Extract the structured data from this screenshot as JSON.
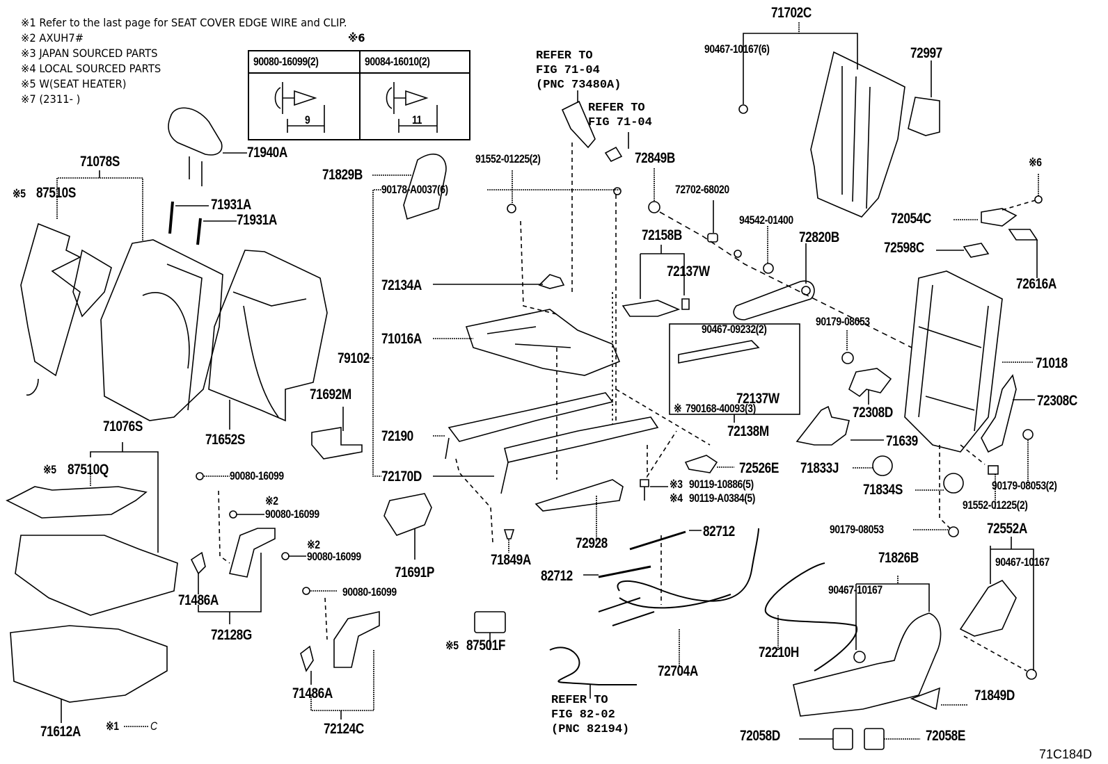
{
  "notes": [
    "※1 Refer to the last page for SEAT COVER EDGE WIRE and CLIP.",
    "※2 AXUH7#",
    "※3 JAPAN SOURCED PARTS",
    "※4 LOCAL SOURCED PARTS",
    "※5 W(SEAT HEATER)",
    "※7 (2311-      )"
  ],
  "fastener_table": {
    "marker": "※6",
    "columns": [
      {
        "part": "90080-16099(2)",
        "length": "9"
      },
      {
        "part": "90084-16010(2)",
        "length": "11"
      }
    ]
  },
  "references": {
    "fig7104_pnc": "REFER TO\nFIG 71-04\n(PNC 73480A)",
    "fig7104": "REFER TO\nFIG 71-04",
    "fig8202": "REFER TO\nFIG 82-02\n(PNC 82194)"
  },
  "parts": {
    "p71940A": "71940A",
    "p71078S": "71078S",
    "p87510S_mark": "※5",
    "p87510S": "87510S",
    "p71931A_1": "71931A",
    "p71931A_2": "71931A",
    "p71829B": "71829B",
    "p91552_01225_top": "91552-01225(2)",
    "p72849B": "72849B",
    "p90467_10167_6": "90467-10167(6)",
    "p71702C": "71702C",
    "p72997": "72997",
    "p72702_68020": "72702-68020",
    "p72158B": "72158B",
    "p72137W_top": "72137W",
    "p94542_01400": "94542-01400",
    "p72820B": "72820B",
    "p90178_A0037": "90178-A0037(6)",
    "p72134A": "72134A",
    "p71016A": "71016A",
    "p79102": "79102",
    "p72190": "72190",
    "p72170D": "72170D",
    "p71652S": "71652S",
    "p71692M": "71692M",
    "p90467_09232": "90467-09232(2)",
    "p72137W_box": "72137W",
    "p790168_mark": "※",
    "p790168": "790168-40093(3)",
    "p72138M": "72138M",
    "p6_mark_right": "※6",
    "p72054C": "72054C",
    "p72598C": "72598C",
    "p72616A": "72616A",
    "p90179_08053_a": "90179-08053",
    "p71018": "71018",
    "p72308D": "72308D",
    "p72308C": "72308C",
    "p71639": "71639",
    "p71833J": "71833J",
    "p71834S": "71834S",
    "p90179_08053_2": "90179-08053(2)",
    "p91552_01225_r": "91552-01225(2)",
    "p90179_08053_b": "90179-08053",
    "p72552A": "72552A",
    "p90467_10167_r": "90467-10167",
    "p71826B": "71826B",
    "p90467_10167_m": "90467-10167",
    "p72210H": "72210H",
    "p71849D": "71849D",
    "p72058D": "72058D",
    "p72058E": "72058E",
    "p72526E": "72526E",
    "p90119_10886_mark": "※3",
    "p90119_10886": "90119-10886(5)",
    "p90119_A0384_mark": "※4",
    "p90119_A0384": "90119-A0384(5)",
    "p82712_a": "82712",
    "p82712_b": "82712",
    "p72704A": "72704A",
    "p72928": "72928",
    "p71849A": "71849A",
    "p71691P": "71691P",
    "p87501F_mark": "※5",
    "p87501F": "87501F",
    "p71076S": "71076S",
    "p87510Q_mark": "※5",
    "p87510Q": "87510Q",
    "p71486A_1": "71486A",
    "p72128G": "72128G",
    "p90080_16099_a": "90080-16099",
    "p90080_16099_b_mark": "※2",
    "p90080_16099_b": "90080-16099",
    "p90080_16099_c_mark": "※2",
    "p90080_16099_c": "90080-16099",
    "p90080_16099_d": "90080-16099",
    "p71486A_2": "71486A",
    "p72124C": "72124C",
    "p71612A": "71612A",
    "clip_note": "※1",
    "clip_glyph": "C"
  },
  "illustration_code": "71C184D"
}
